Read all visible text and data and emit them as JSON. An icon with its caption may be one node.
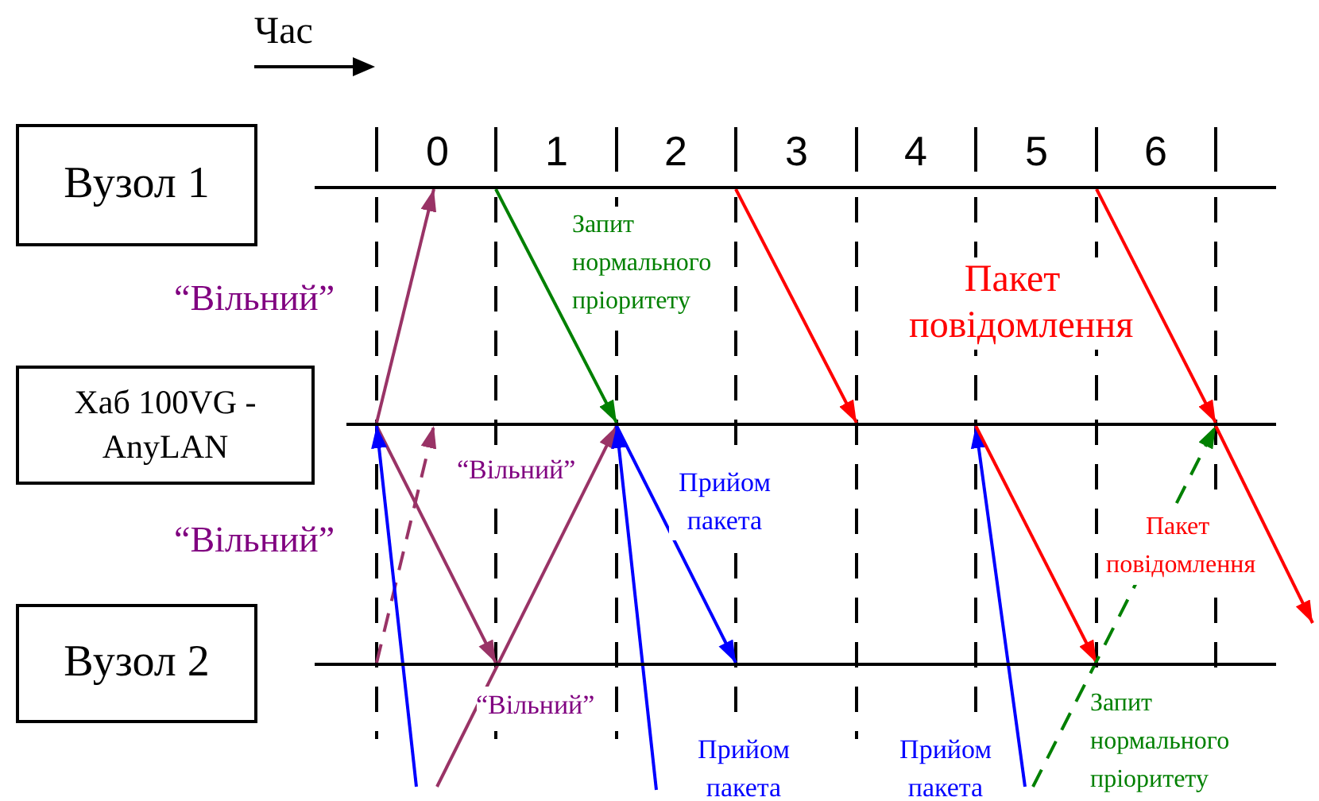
{
  "diagram": {
    "nodes": [
      {
        "text": [
          "Вузол 1"
        ]
      },
      {
        "text": [
          "Хаб 100VG - AnyLAN"
        ]
      },
      {
        "text": [
          "Вузол 2"
        ]
      },
      {
        "text": [],
        "shape": "bar"
      },
      {
        "text": [],
        "shape": "bar"
      },
      {
        "text": [],
        "shape": "bar"
      }
    ],
    "edges": [
      {
        "from": 4,
        "to": 3,
        "arrow": "to",
        "color": "#993366"
      },
      {
        "from": 3,
        "to": 4,
        "arrow": "to",
        "color": "#008000"
      },
      {
        "from": 3,
        "to": 4,
        "arrow": "to",
        "color": "#ff0000"
      },
      {
        "from": 3,
        "to": 4,
        "arrow": "to",
        "color": "#ff0000"
      },
      {
        "from": 4,
        "to": 5,
        "arrow": "to",
        "color": "#993366"
      },
      {
        "from": 5,
        "to": 4,
        "arrow": "to",
        "style": "dashed",
        "color": "#993366"
      },
      {
        "from": null,
        "to": 4,
        "arrow": "to",
        "color": "#993366"
      },
      {
        "from": null,
        "to": 4,
        "arrow": "to",
        "color": "#0000ff"
      },
      {
        "from": null,
        "to": 4,
        "arrow": "to",
        "color": "#0000ff"
      },
      {
        "from": 4,
        "to": 5,
        "arrow": "to",
        "color": "#0000ff"
      },
      {
        "from": null,
        "to": 4,
        "arrow": "to",
        "color": "#0000ff"
      },
      {
        "from": 4,
        "to": 5,
        "arrow": "to",
        "color": "#ff0000"
      },
      {
        "from": null,
        "to": 4,
        "arrow": "to",
        "style": "dashed",
        "color": "#008000"
      },
      {
        "from": 4,
        "to": null,
        "arrow": "to",
        "color": "#ff0000"
      }
    ],
    "labels": [
      "Час",
      "0",
      "1",
      "2",
      "3",
      "4",
      "5",
      "6",
      "“Вільний”",
      "Запит нормального пріоритету",
      "Пакет повідомлення",
      "“Вільний”",
      "“Вільний”",
      "Прийом пакета",
      "Пакет повідомлення",
      "“Вільний”",
      "Прийом пакета",
      "Прийом пакета",
      "Запит нормального пріоритету"
    ]
  }
}
